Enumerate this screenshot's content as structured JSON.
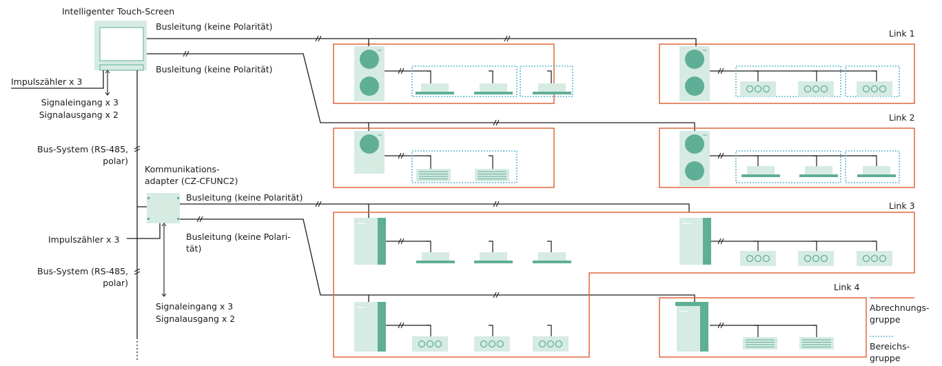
{
  "labels": {
    "touchscreen": "Intelligenter Touch-Screen",
    "bus1": "Busleitung (keine Polarität)",
    "bus2": "Busleitung (keine Polarität)",
    "pulse1": "Impulszähler x 3",
    "sigin1": "Signaleingang x 3",
    "sigout1": "Signalausgang x 2",
    "bussys1a": "Bus-System (RS-485,",
    "bussys1b": "polar)",
    "adapter_a": "Kommunikations-",
    "adapter_b": "adapter (CZ-CFUNC2)",
    "bus3": "Busleitung (keine Polarität)",
    "bus4a": "Busleitung (keine Polari-",
    "bus4b": "tät)",
    "pulse2": "Impulszähler x 3",
    "bussys2a": "Bus-System (RS-485,",
    "bussys2b": "polar)",
    "sigin2": "Signaleingang x 3",
    "sigout2": "Signalausgang x 2"
  },
  "links": [
    "Link 1",
    "Link 2",
    "Link 3",
    "Link 4"
  ],
  "legend": {
    "billing_a": "Abrechnungs-",
    "billing_b": "gruppe",
    "area_a": "Bereichs-",
    "area_b": "gruppe"
  },
  "colors": {
    "link_frame": "#e0663c",
    "area_group": "#3aa6c8",
    "unit": "#5fae96",
    "unit_light": "#d6ebe2",
    "line": "#1a1a1a"
  }
}
